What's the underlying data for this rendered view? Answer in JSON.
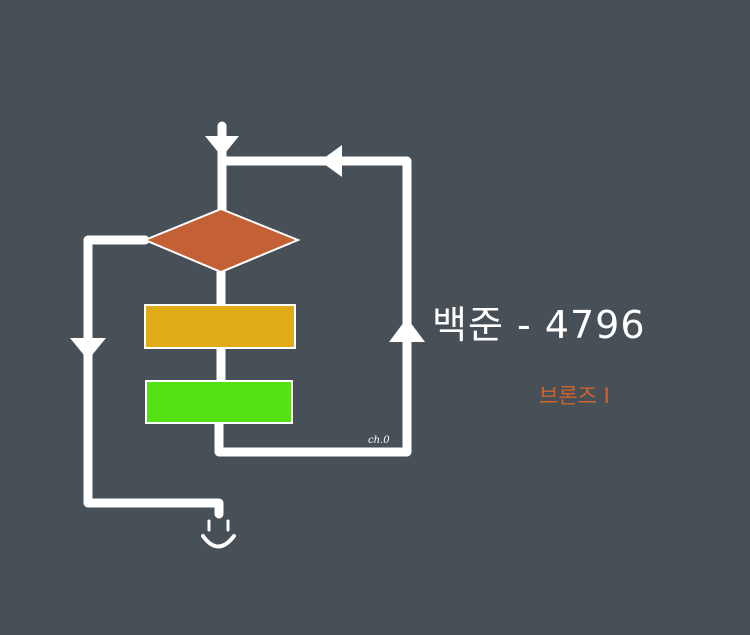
{
  "title": "백준 - 4796",
  "tier": "브론즈 I",
  "signature": "ch.0",
  "colors": {
    "background": "#474f57",
    "line": "#ffffff",
    "diamond": "#c46036",
    "bar_top": "#e1ab18",
    "bar_bottom": "#55e014",
    "tier_text": "#d1642a"
  }
}
